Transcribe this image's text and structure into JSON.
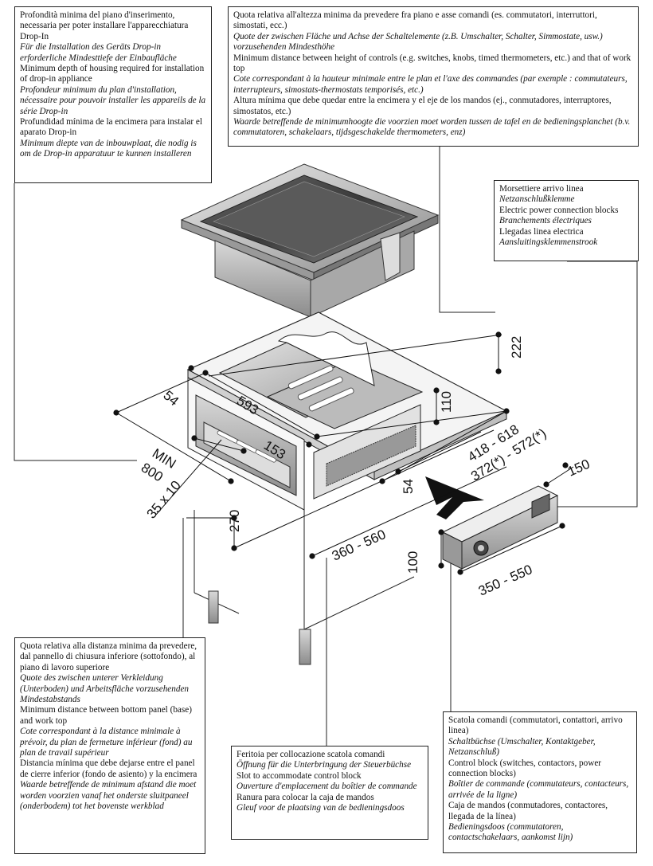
{
  "notes": {
    "housing_depth": [
      {
        "text": "Profondità minima del piano d'inserimento, necessaria per poter installare l'apparecchiatura Drop-In",
        "style": "normal"
      },
      {
        "text": "Für die Installation des Geräts Drop-in erforderliche Mindesttiefe der Einbaufläche",
        "style": "italic"
      },
      {
        "text": "Minimum depth of housing required for installation of drop-in appliance",
        "style": "normal"
      },
      {
        "text": "Profondeur minimum du plan d'installation, nécessaire pour pouvoir installer les appareils de la série Drop-in",
        "style": "italic"
      },
      {
        "text": "Profundidad mínima de la encimera para instalar el aparato Drop-in",
        "style": "normal"
      },
      {
        "text": "Minimum diepte van de inbouwplaat, die nodig is om de Drop-in apparatuur te kunnen installeren",
        "style": "italic"
      }
    ],
    "controls_height": [
      {
        "text": "Quota relativa all'altezza minima da prevedere fra piano e asse comandi (es. commutatori, interruttori, simostati, ecc.)",
        "style": "normal"
      },
      {
        "text": "Quote der zwischen Fläche und Achse der Schaltelemente (z.B. Umschalter, Schalter, Simmostate, usw.) vorzusehenden Mindesthöhe",
        "style": "italic"
      },
      {
        "text": "Minimum distance between height of controls (e.g. switches, knobs, timed thermometers, etc.) and that of work top",
        "style": "normal"
      },
      {
        "text": "Cote correspondant à la hauteur minimale entre le plan et l'axe des commandes (par exemple : commutateurs, interrupteurs, simostats-thermostats temporisés, etc.)",
        "style": "italic"
      },
      {
        "text": "Altura mínima que debe quedar entre la encimera y el eje de los mandos (ej., conmutadores, interruptores, simostatos, etc.)",
        "style": "normal"
      },
      {
        "text": "Waarde betreffende de minimumhoogte die voorzien moet worden tussen de tafel en de bedieningsplanchet (b.v. commutatoren, schakelaars, tijdsgeschakelde thermometers, enz)",
        "style": "italic"
      }
    ],
    "power_blocks": [
      {
        "text": "Morsettiere arrivo linea",
        "style": "normal"
      },
      {
        "text": "Netzanschlußklemme",
        "style": "italic"
      },
      {
        "text": "Electric power connection blocks",
        "style": "normal"
      },
      {
        "text": "Branchements électriques",
        "style": "italic"
      },
      {
        "text": "Llegadas linea electrica",
        "style": "normal"
      },
      {
        "text": "Aansluitingsklemmenstrook",
        "style": "italic"
      }
    ],
    "bottom_panel": [
      {
        "text": "Quota relativa alla distanza minima da prevedere, dal pannello di chiusura inferiore (sottofondo), al piano di lavoro superiore",
        "style": "normal"
      },
      {
        "text": "Quote des zwischen unterer Verkleidung (Unterboden) und Arbeitsfläche vorzusehenden Mindestabstands",
        "style": "italic"
      },
      {
        "text": "Minimum distance between bottom panel (base) and work top",
        "style": "normal"
      },
      {
        "text": "Cote correspondant à la distance minimale à prévoir, du plan de fermeture inférieur (fond) au plan de travail supérieur",
        "style": "italic"
      },
      {
        "text": "Distancia mínima que debe dejarse entre el panel de cierre inferior (fondo de asiento) y la encimera",
        "style": "normal"
      },
      {
        "text": "Waarde betreffende de minimum afstand die moet worden voorzien vanaf het onderste sluitpaneel (onderbodem) tot het bovenste werkblad",
        "style": "italic"
      }
    ],
    "control_slot": [
      {
        "text": "Feritoia per collocazione scatola comandi",
        "style": "normal"
      },
      {
        "text": "Öffnung für die Unterbringung der Steuerbüchse",
        "style": "italic"
      },
      {
        "text": "Slot to accommodate control block",
        "style": "normal"
      },
      {
        "text": "Ouverture d'emplacement du boîtier de commande",
        "style": "italic"
      },
      {
        "text": "Ranura para colocar la caja de mandos",
        "style": "normal"
      },
      {
        "text": "Gleuf voor de plaatsing van de bedieningsdoos",
        "style": "italic"
      }
    ],
    "control_box": [
      {
        "text": "Scatola comandi (commutatori, contattori, arrivo linea)",
        "style": "normal"
      },
      {
        "text": "Schaltbüchse (Umschalter, Kontaktgeber, Netzanschluß)",
        "style": "italic"
      },
      {
        "text": "Control block (switches, contactors, power connection blocks)",
        "style": "normal"
      },
      {
        "text": "Boîtier de commande (commutateurs, contacteurs, arrivée de la ligne)",
        "style": "italic"
      },
      {
        "text": "Caja de mandos (conmutadores, contactores, llegada de la línea)",
        "style": "normal"
      },
      {
        "text": "Bedieningsdoos (commutatoren, contactschakelaars, aankomst lijn)",
        "style": "italic"
      }
    ]
  },
  "dimensions": {
    "d54_top": "54",
    "d593": "593",
    "d153": "153",
    "d35x10": "35 x 10",
    "dmin800": "MIN\n800",
    "d270": "270",
    "d222": "222",
    "d110": "110",
    "d418_618": "418 - 618",
    "d372": "372(*) - 572(*)",
    "d54_side": "54",
    "d360_560": "360 - 560",
    "d100": "100",
    "d150": "150",
    "d350_550": "350 - 550"
  }
}
